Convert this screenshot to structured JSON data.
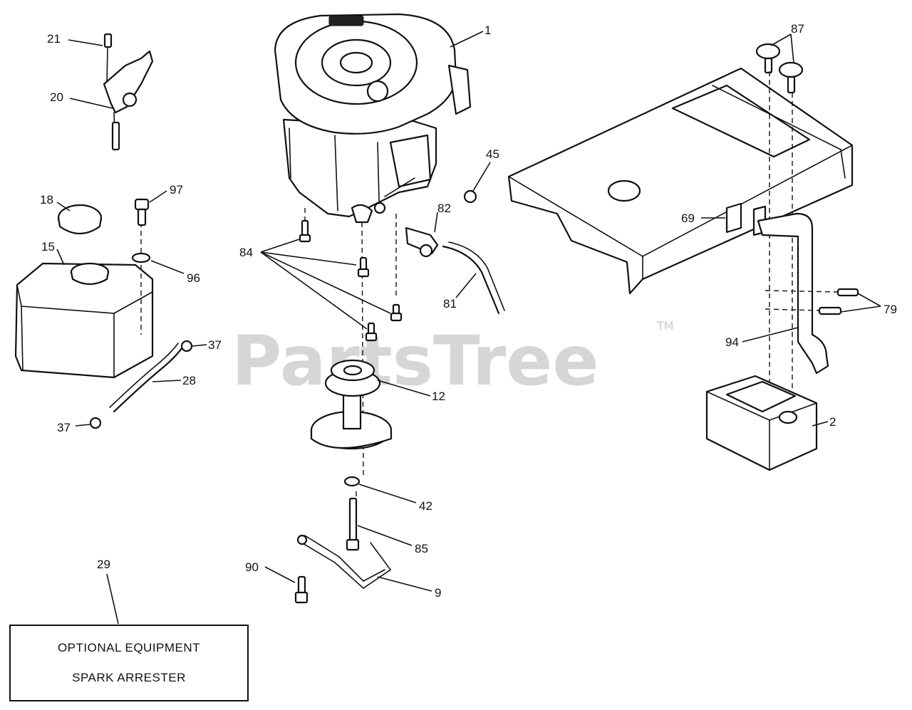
{
  "watermark": {
    "text": "PartsTree",
    "mark": "TM"
  },
  "callouts": {
    "c1": "1",
    "c2": "2",
    "c9": "9",
    "c12": "12",
    "c15": "15",
    "c18": "18",
    "c20": "20",
    "c21": "21",
    "c28": "28",
    "c29": "29",
    "c37a": "37",
    "c37b": "37",
    "c42": "42",
    "c45": "45",
    "c69": "69",
    "c79": "79",
    "c81": "81",
    "c82": "82",
    "c84": "84",
    "c85": "85",
    "c87": "87",
    "c90": "90",
    "c94": "94",
    "c96": "96",
    "c97": "97"
  },
  "note": {
    "line1": "OPTIONAL EQUIPMENT",
    "line2": "SPARK ARRESTER"
  },
  "icons": {
    "engine": "engine-icon",
    "pulley": "pulley-icon",
    "fuel_tank": "fuel-tank-icon",
    "muffler": "muffler-icon",
    "frame": "chassis-frame-icon",
    "bolt": "bolt-icon"
  },
  "colors": {
    "line": "#111111",
    "watermark": "#c9c9c9",
    "background": "#ffffff"
  }
}
